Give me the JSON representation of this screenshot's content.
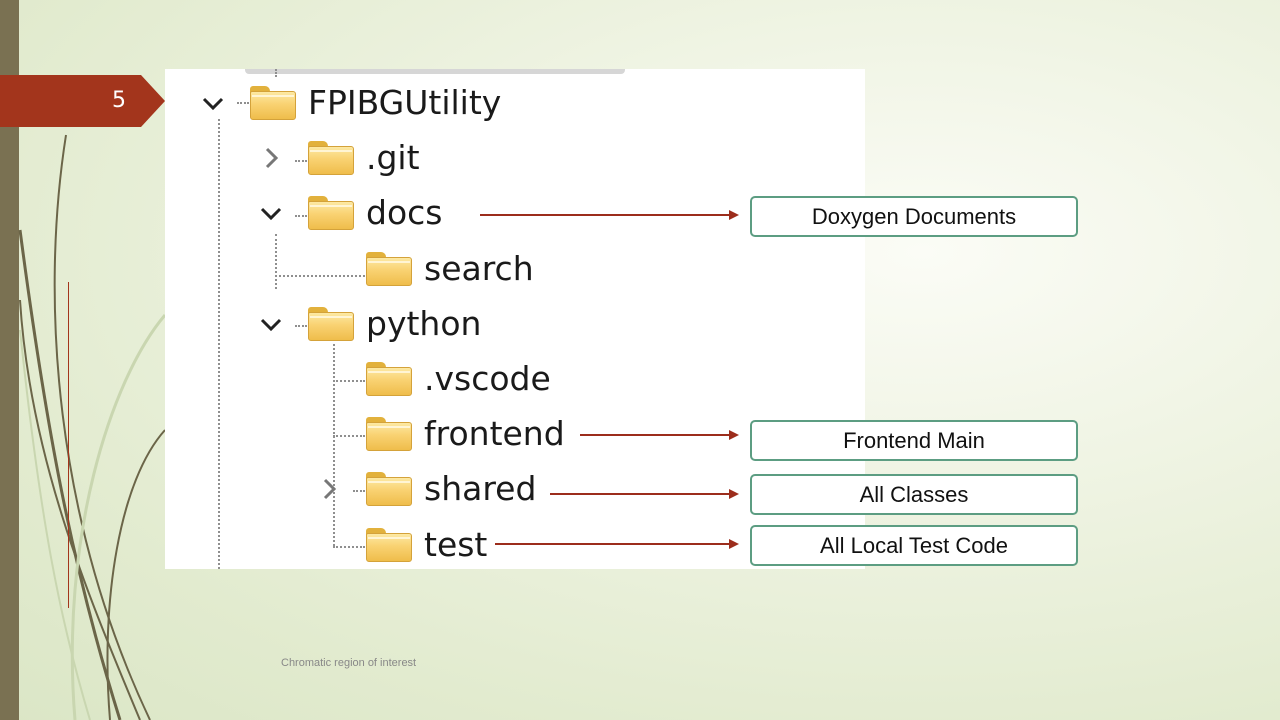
{
  "slide": {
    "number": "5"
  },
  "tree": {
    "root": {
      "label": "FPIBGUtility",
      "state": "expanded"
    },
    "items": [
      {
        "label": ".git",
        "state": "collapsed"
      },
      {
        "label": "docs",
        "state": "expanded"
      },
      {
        "label": "search",
        "state": "leaf"
      },
      {
        "label": "python",
        "state": "expanded"
      },
      {
        "label": ".vscode",
        "state": "leaf"
      },
      {
        "label": "frontend",
        "state": "leaf"
      },
      {
        "label": "shared",
        "state": "collapsed"
      },
      {
        "label": "test",
        "state": "leaf"
      }
    ]
  },
  "callouts": {
    "docs": "Doxygen Documents",
    "frontend": "Frontend Main",
    "shared": "All Classes",
    "test": "All Local Test Code"
  },
  "footer": {
    "text": "Chromatic region of interest"
  },
  "colors": {
    "accent": "#a3351c",
    "callout_border": "#5c9d82",
    "arrow": "#9c2d1c",
    "folder": "#f9d272"
  }
}
